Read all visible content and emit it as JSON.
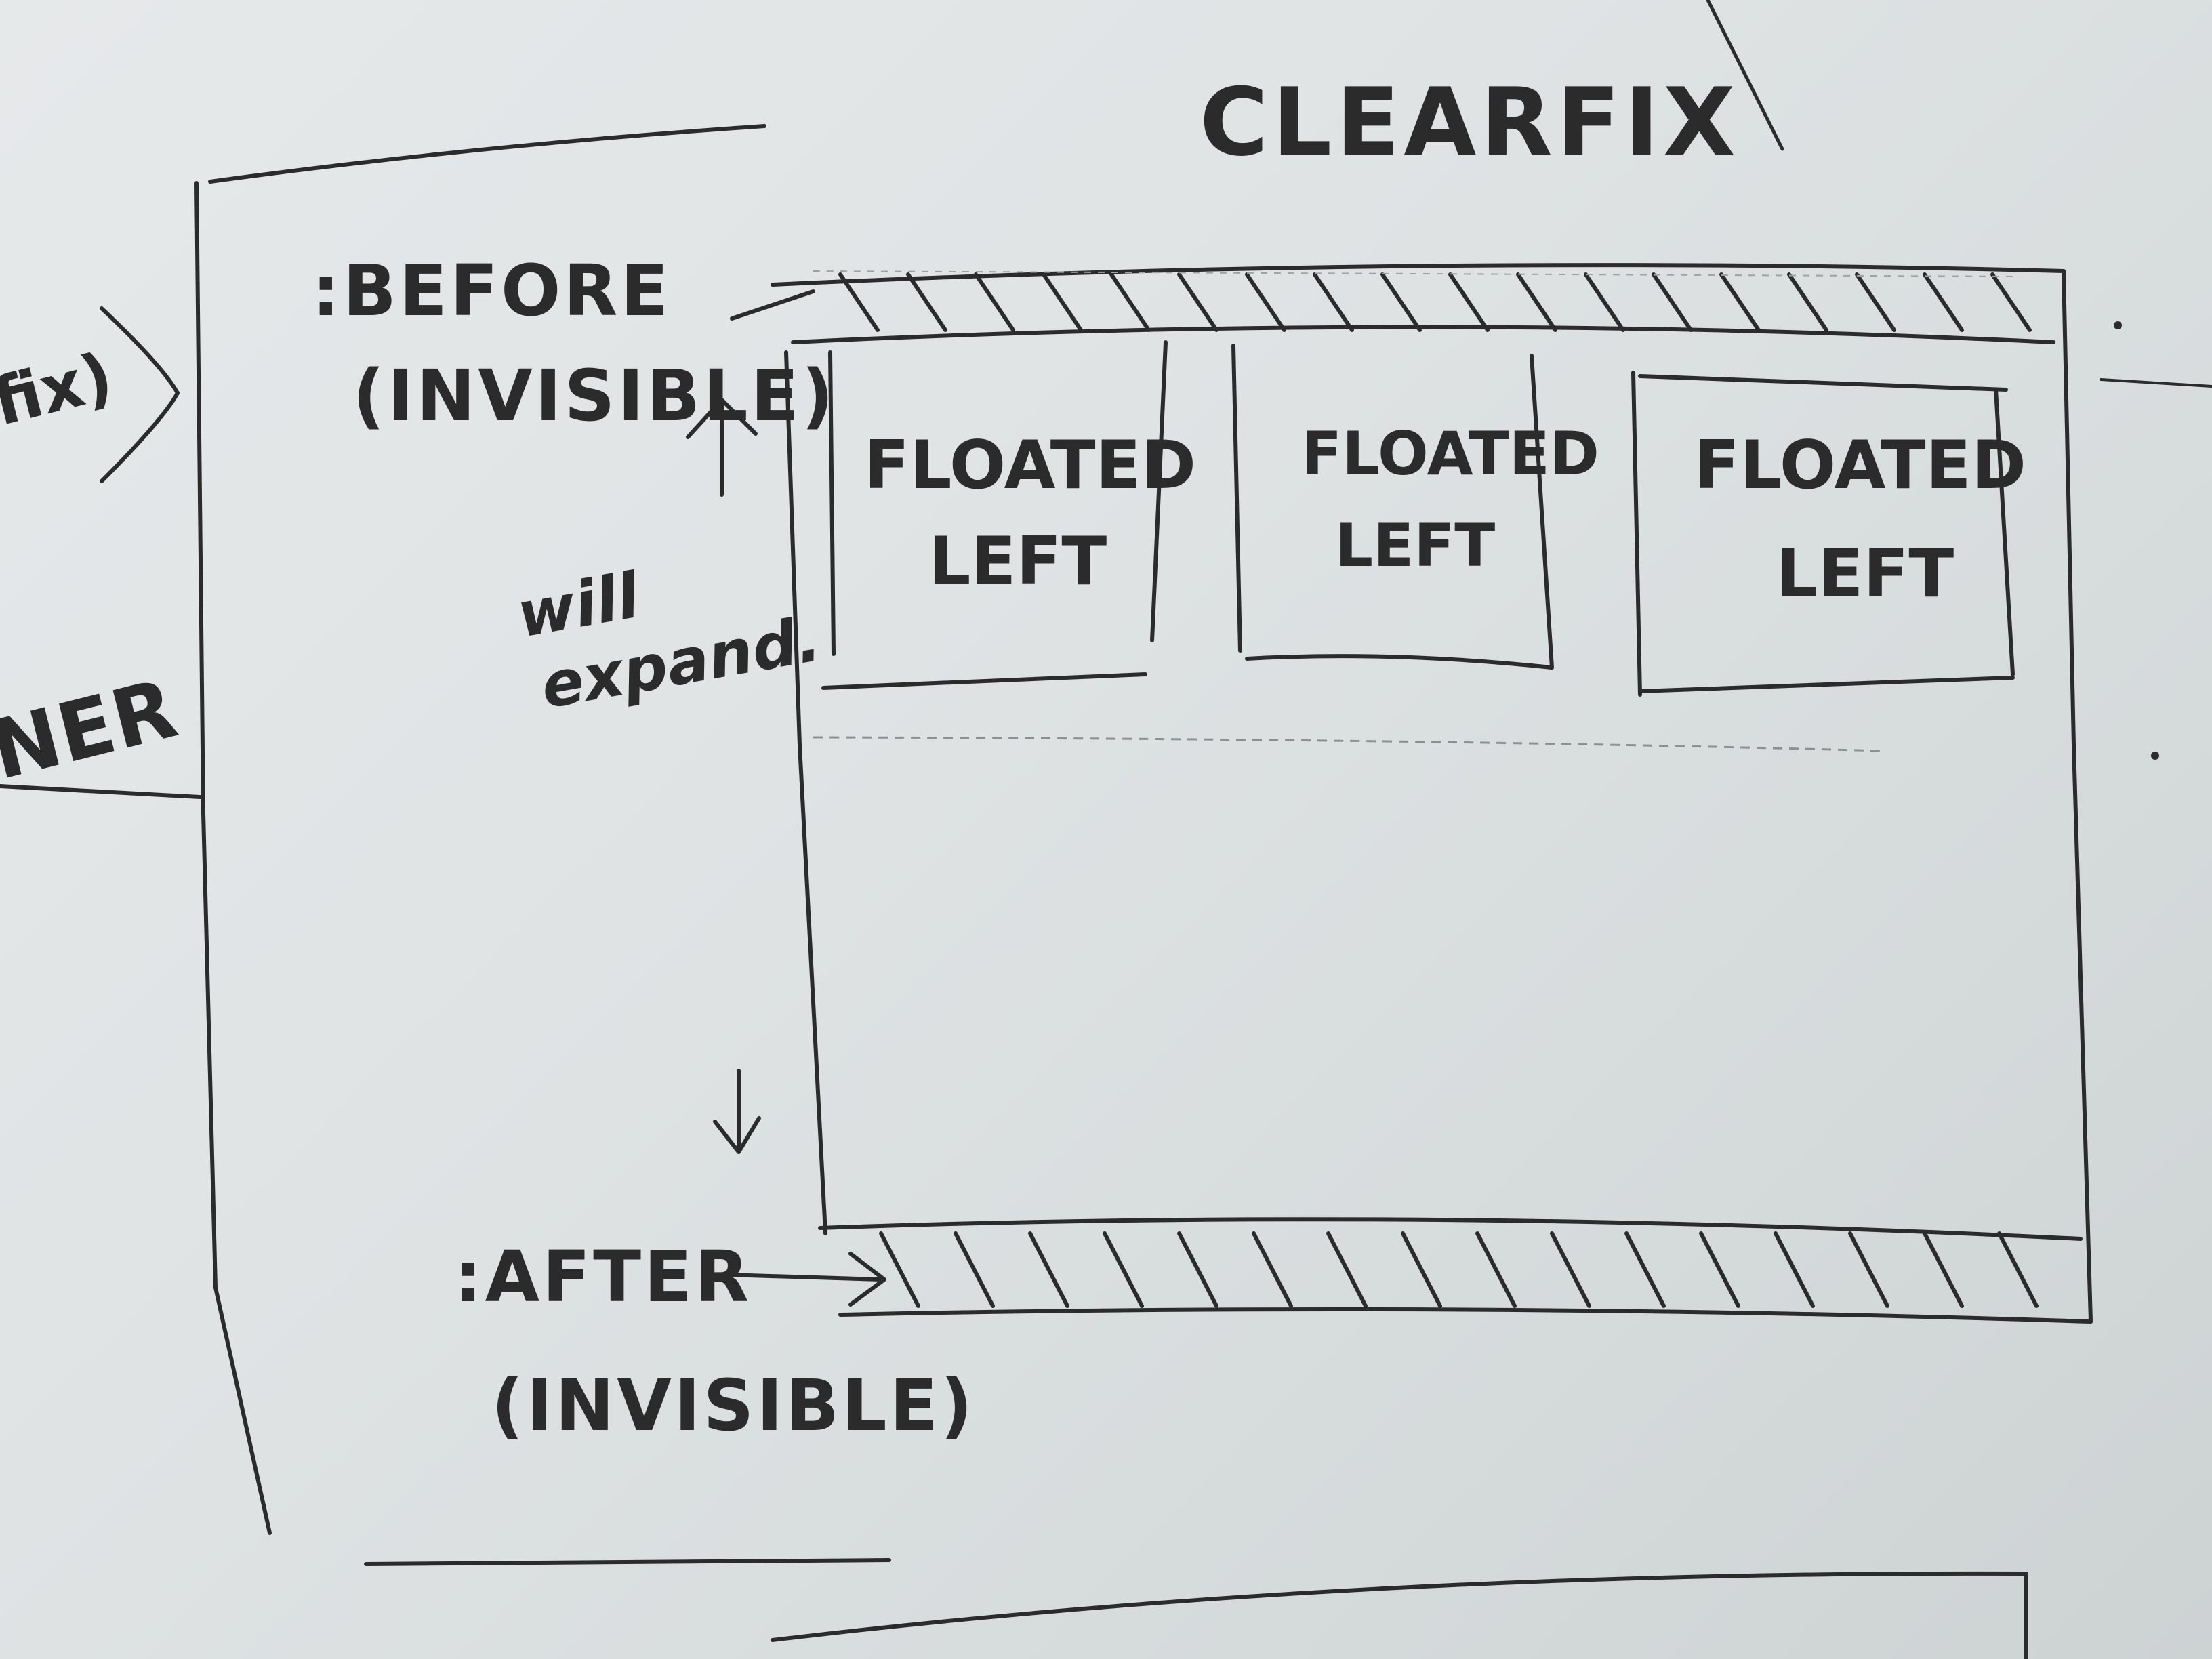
{
  "title": "CLEARFIX",
  "before": {
    "label": ":BEFORE",
    "note": "(INVISIBLE)"
  },
  "after": {
    "label": ":AFTER",
    "note": "(INVISIBLE)"
  },
  "expand_note": {
    "line1": "will",
    "line2": "expand."
  },
  "margin_left": {
    "top_fragment": "fix)",
    "lower_fragment": "NER"
  },
  "floats": [
    {
      "line1": "FLOATED",
      "line2": "LEFT"
    },
    {
      "line1": "FLOATED",
      "line2": "LEFT"
    },
    {
      "line1": "FLOATED",
      "line2": "LEFT"
    }
  ],
  "colors": {
    "paper": "#e2e6e7",
    "ink": "#2b2b2b"
  }
}
